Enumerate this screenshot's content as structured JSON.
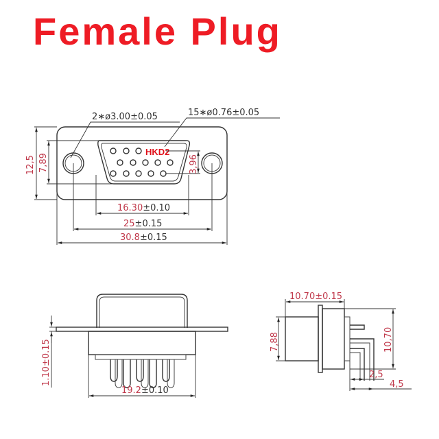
{
  "title": "Female Plug",
  "brand_mark": "HKD2",
  "colors": {
    "title": "#ee1c25",
    "dimension_value": "#c0394b",
    "line": "#333333",
    "background": "#ffffff"
  },
  "front_view": {
    "callouts": {
      "mount_holes": "2∗ø3.00±0.05",
      "pins": "15∗ø0.76±0.05"
    },
    "dimensions": {
      "height_outer": "12,5",
      "height_shell": "7,89",
      "pin_row_pitch": "3,96",
      "shell_width": {
        "value": "16.30",
        "tol": "±0.10"
      },
      "hole_spacing": {
        "value": "25",
        "tol": "±0.15"
      },
      "flange_width": {
        "value": "30.8",
        "tol": "±0.15"
      }
    },
    "pin_rows": [
      3,
      5,
      5
    ]
  },
  "bottom_view": {
    "dimensions": {
      "flange_thickness": {
        "value": "1.10",
        "tol": "±0.15"
      },
      "body_width": {
        "value": "19.2",
        "tol": "±0.10"
      }
    },
    "pin_count_visible": 5
  },
  "side_view": {
    "dimensions": {
      "depth": {
        "value": "10.70",
        "tol": "±0.15"
      },
      "shell_height": "7,88",
      "total_height": "10,70",
      "pin_offset_1": "2,5",
      "pin_offset_2": "4,5"
    }
  }
}
